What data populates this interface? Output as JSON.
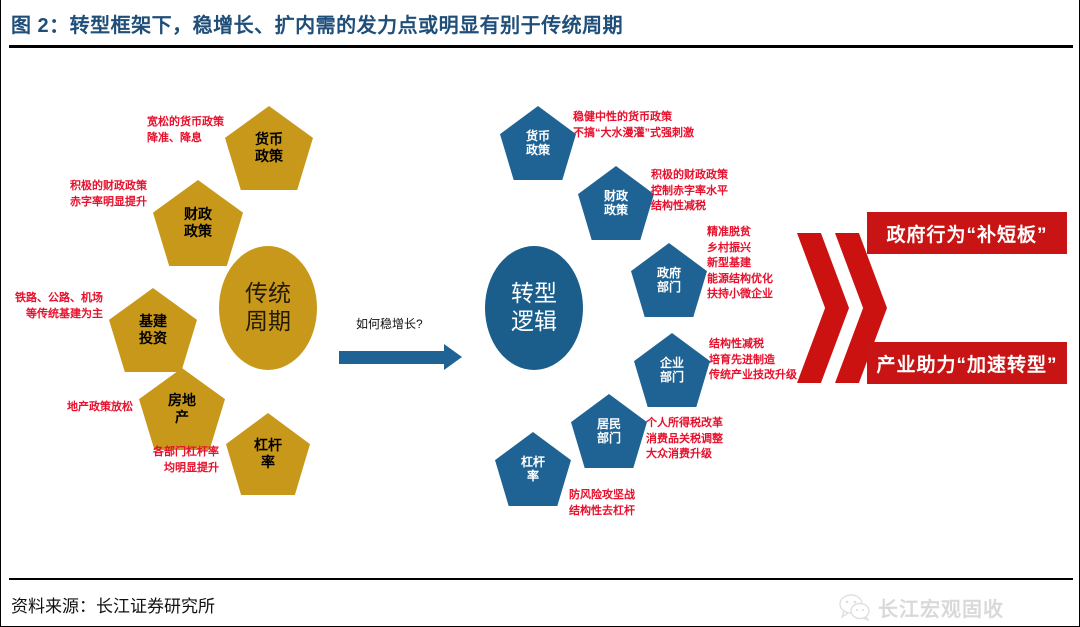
{
  "header": {
    "title": "图 2：转型框架下，稳增长、扩内需的发力点或明显有别于传统周期"
  },
  "footer": {
    "source": "资料来源：长江证券研究所"
  },
  "watermark": {
    "icon": "wechat-icon",
    "text": "长江宏观固收"
  },
  "transition": {
    "label": "如何稳增长?"
  },
  "left_cluster": {
    "hub": {
      "line1": "传统",
      "line2": "周期"
    },
    "nodes": [
      {
        "name": "monetary-policy",
        "line1": "货币",
        "line2": "政策",
        "annotation": [
          "宽松的货币政策",
          "降准、降息"
        ]
      },
      {
        "name": "fiscal-policy",
        "line1": "财政",
        "line2": "政策",
        "annotation": [
          "积极的财政政策",
          "赤字率明显提升"
        ]
      },
      {
        "name": "infrastructure-investment",
        "line1": "基建",
        "line2": "投资",
        "annotation": [
          "铁路、公路、机场",
          "等传统基建为主"
        ]
      },
      {
        "name": "real-estate",
        "line1": "房地",
        "line2": "产",
        "annotation": [
          "地产政策放松"
        ]
      },
      {
        "name": "leverage-ratio",
        "line1": "杠杆",
        "line2": "率",
        "annotation": [
          "各部门杠杆率",
          "均明显提升"
        ]
      }
    ]
  },
  "right_cluster": {
    "hub": {
      "line1": "转型",
      "line2": "逻辑"
    },
    "nodes": [
      {
        "name": "monetary-policy",
        "line1": "货币",
        "line2": "政策",
        "annotation": [
          "稳健中性的货币政策",
          "不搞“大水漫灌”式强刺激"
        ]
      },
      {
        "name": "fiscal-policy",
        "line1": "财政",
        "line2": "政策",
        "annotation": [
          "积极的财政政策",
          "控制赤字率水平",
          "结构性减税"
        ]
      },
      {
        "name": "government-sector",
        "line1": "政府",
        "line2": "部门",
        "annotation": [
          "精准脱贫",
          "乡村振兴",
          "新型基建",
          "能源结构优化",
          "扶持小微企业"
        ]
      },
      {
        "name": "enterprise-sector",
        "line1": "企业",
        "line2": "部门",
        "annotation": [
          "结构性减税",
          "培育先进制造",
          "传统产业技改升级"
        ]
      },
      {
        "name": "resident-sector",
        "line1": "居民",
        "line2": "部门",
        "annotation": [
          "个人所得税改革",
          "消费品关税调整",
          "大众消费升级"
        ]
      },
      {
        "name": "leverage-ratio",
        "line1": "杠杆",
        "line2": "率",
        "annotation": [
          "防风险攻坚战",
          "结构性去杠杆"
        ]
      }
    ]
  },
  "outcomes": [
    {
      "name": "government-behavior",
      "label": "政府行为“补短板”"
    },
    {
      "name": "industry-support",
      "label": "产业助力“加速转型”"
    }
  ],
  "colors": {
    "title": "#1F4E79",
    "gold": "#C8981A",
    "blue": "#1F6394",
    "hub_blue": "#1B5E8C",
    "red_text": "#E8112D",
    "banner_red": "#C81414"
  }
}
